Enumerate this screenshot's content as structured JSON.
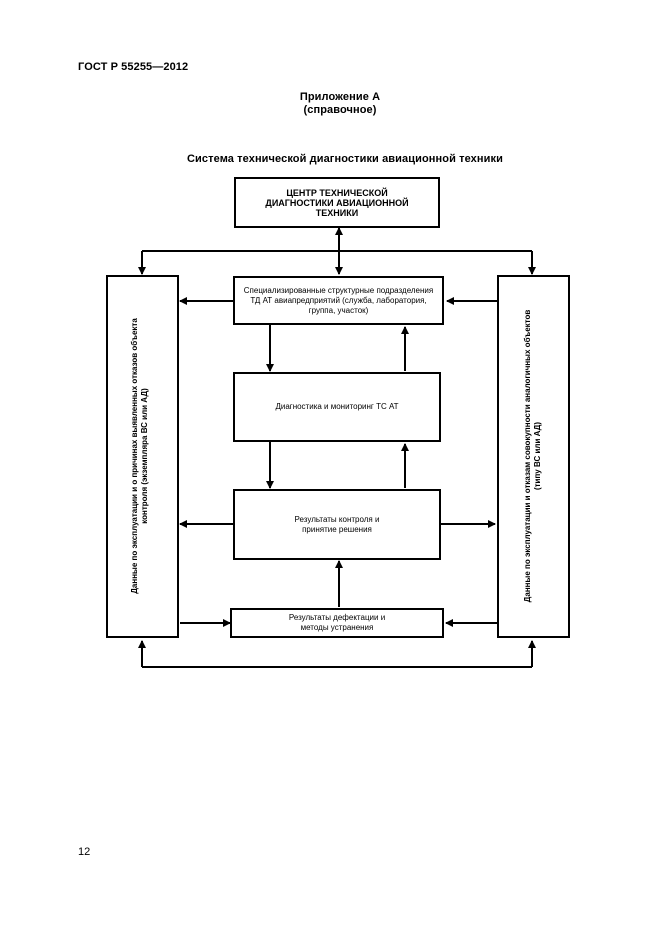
{
  "document": {
    "standard_label": "ГОСТ Р 55255—2012",
    "appendix_title": "Приложение А",
    "appendix_note": "(справочное)",
    "figure_title": "Система технической диагностики авиационной техники",
    "page_number": "12"
  },
  "diagram": {
    "center_box": "ЦЕНТР ТЕХНИЧЕСКОЙ ДИАГНОСТИКИ АВИАЦИОННОЙ ТЕХНИКИ",
    "specialized_units": "Специализированные структурные подразделения ТД АТ авиапредприятий (служба, лаборатория, группа, участок)",
    "diagnostics_monitoring": "Диагностика и мониторинг ТС АТ",
    "control_results": "Результаты контроля и принятие решения",
    "defect_results": "Результаты дефектации и методы устранения",
    "left_panel": "Данные по эксплуатации и о причинах выявленных отказов объекта контроля (экземпляра ВС или АД)",
    "right_panel": "Данные по эксплуатации и отказам совокупности аналогичных объектов (типу ВС или АД)"
  }
}
